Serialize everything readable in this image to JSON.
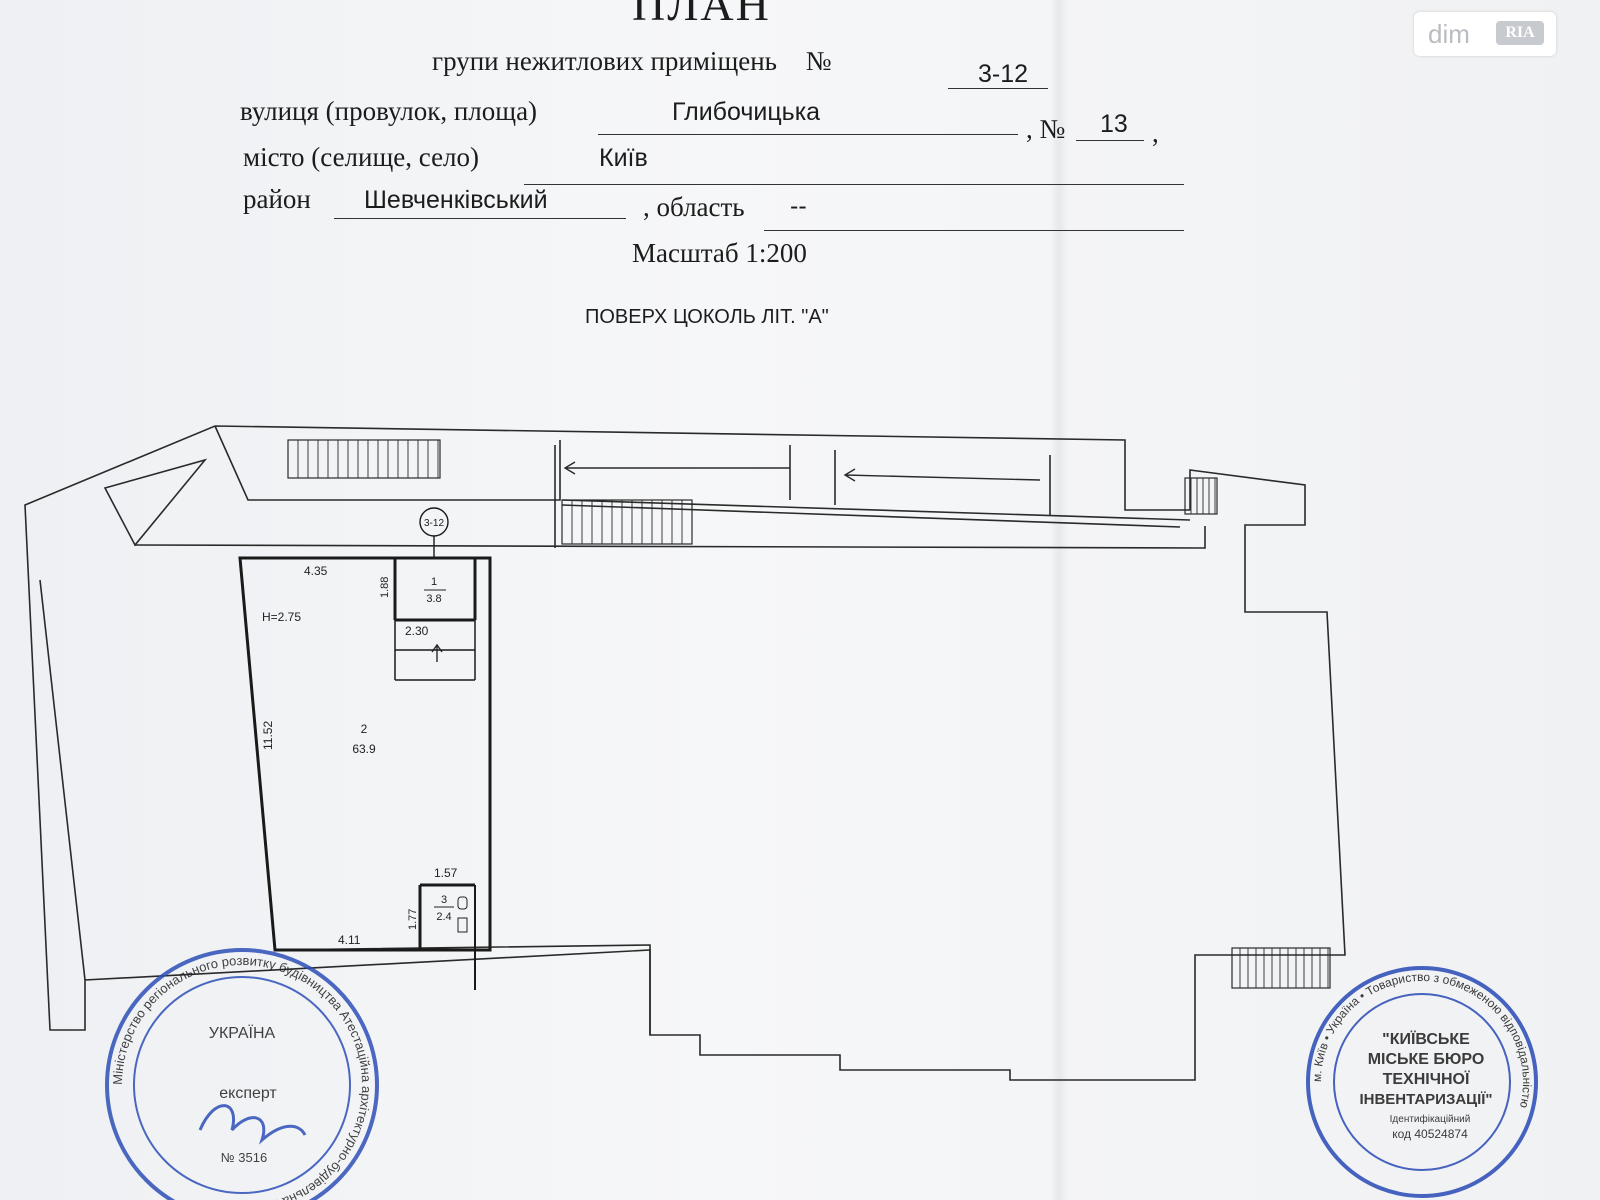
{
  "header": {
    "title": "ПЛАН",
    "subtitle": "групи нежитлових приміщень",
    "number_label": "№",
    "number_value": "3-12"
  },
  "address": {
    "street_label": "вулиця (провулок, площа)",
    "street_value": "Глибочицька",
    "house_label": ", №",
    "house_value": "13",
    "house_comma": ",",
    "city_label": "місто (селище, село)",
    "city_value": "Київ",
    "district_label": "район",
    "district_value": "Шевченківський",
    "region_label": ", область",
    "region_value": "--"
  },
  "scale": "Масштаб 1:200",
  "floor_title": "ПОВЕРХ ЦОКОЛЬ ЛІТ. \"А\"",
  "plan": {
    "group_tag": "3-12",
    "rooms": [
      {
        "number": "1",
        "area": "3.8"
      },
      {
        "number": "2",
        "area": "63.9"
      },
      {
        "number": "3",
        "area": "2.4"
      }
    ],
    "dimensions": {
      "top_width": "4.35",
      "room1_height": "1.88",
      "room1_width": "2.30",
      "ceiling_height": "H=2.75",
      "room2_length": "11.52",
      "room3_width": "1.57",
      "room3_height": "1.77",
      "bottom_width": "4.11"
    }
  },
  "watermark": {
    "brand": "dim",
    "badge": "RIA"
  },
  "stamps": {
    "left": {
      "ring_text": "Міністерство регіонального розвитку будівництва Атестаційна архітектурно-будівельна комісія",
      "center_text": "УКРАЇНА",
      "center_small": "експерт",
      "serial": "№ 3516"
    },
    "right": {
      "ring_text": "м. Київ • Україна • Товариство з обмеженою відповідальністю",
      "line1": "\"КИЇВСЬКЕ",
      "line2": "МІСЬКЕ БЮРО",
      "line3": "ТЕХНІЧНОЇ",
      "line4": "ІНВЕНТАРИЗАЦІЇ\"",
      "id_label": "Ідентифікаційний",
      "code": "код 40524874"
    }
  },
  "colors": {
    "ink": "#1c1c1c",
    "stamp_blue": "#2e4fb8",
    "paper": "#f1f2f4"
  }
}
